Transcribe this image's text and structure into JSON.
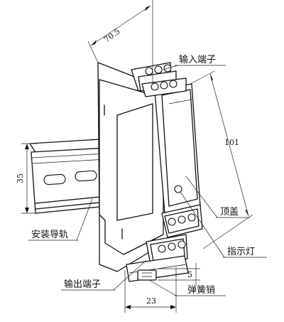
{
  "labels": {
    "input_terminal": "输入端子",
    "top_cover": "顶盖",
    "mounting_rail": "安装导轨",
    "indicator_light": "指示灯",
    "output_terminal": "输出端子",
    "spring_pin": "弹簧销"
  },
  "dimensions": {
    "depth": "70.5",
    "height": "101",
    "rail_height": "35",
    "width": "23",
    "pin": "5"
  }
}
